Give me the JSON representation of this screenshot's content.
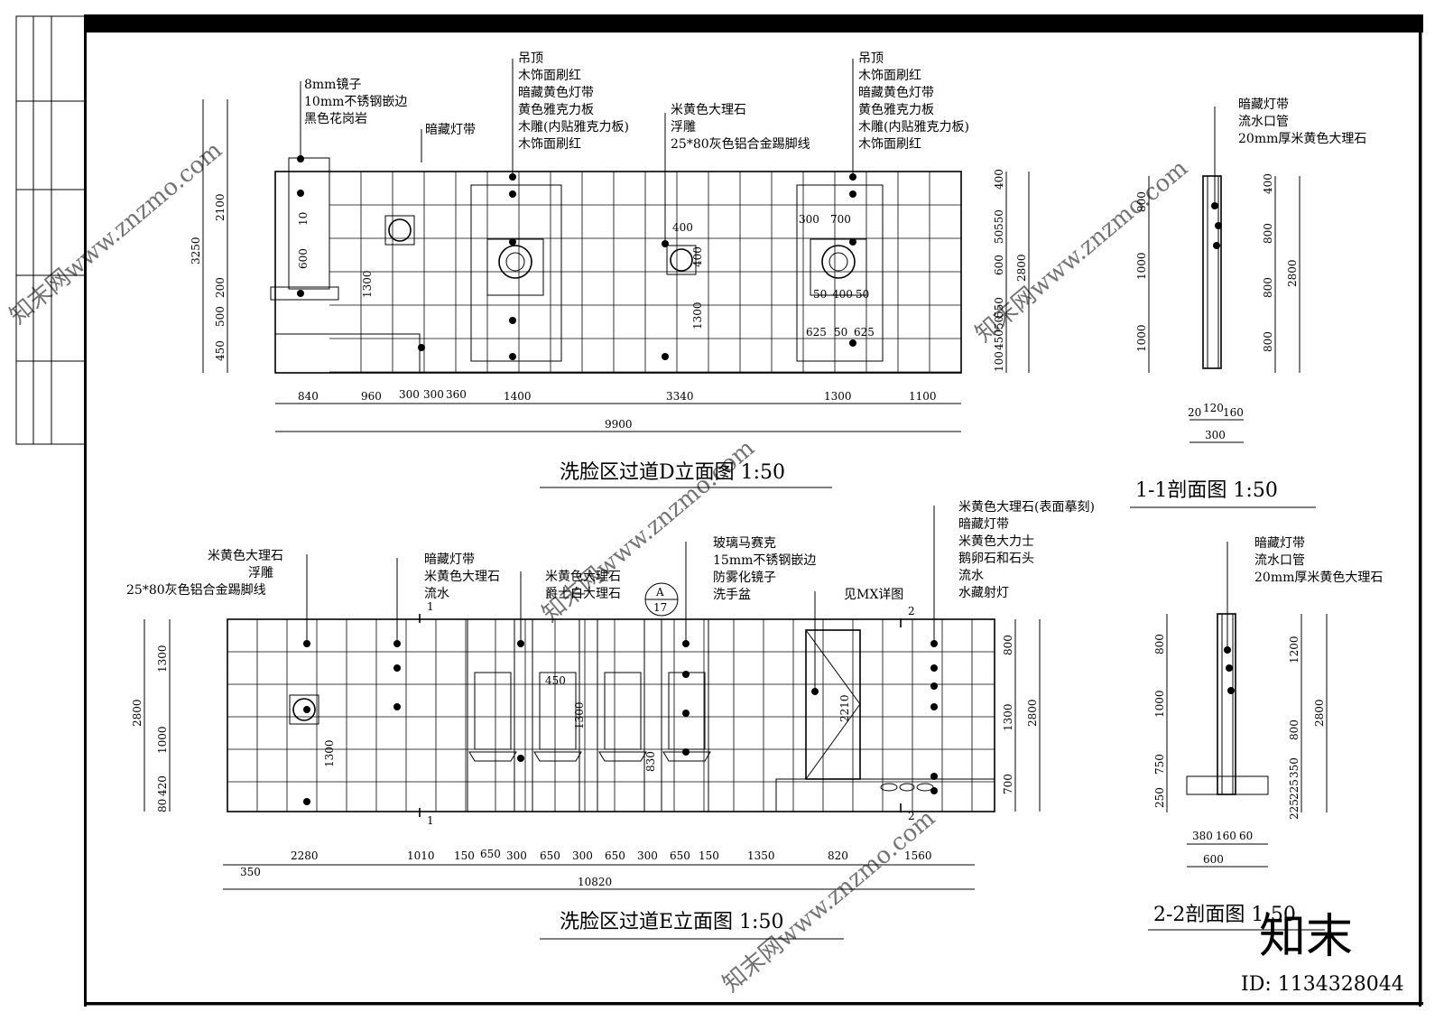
{
  "drawing": {
    "elevation_d": {
      "title": "洗脸区过道D立面图 1:50",
      "callouts_left": [
        "8mm镜子",
        "10mm不锈钢嵌边",
        "黑色花岗岩"
      ],
      "callout_hidden_light": "暗藏灯带",
      "callouts_mid1": [
        "吊顶",
        "木饰面刷红",
        "暗藏黄色灯带",
        "黄色雅克力板",
        "木雕(内贴雅克力板)",
        "木饰面刷红"
      ],
      "callouts_mid2": [
        "米黄色大理石",
        "浮雕",
        "25*80灰色铝合金踢脚线"
      ],
      "callouts_right": [
        "吊顶",
        "木饰面刷红",
        "暗藏黄色灯带",
        "黄色雅克力板",
        "木雕(内贴雅克力板)",
        "木饰面刷红"
      ],
      "dims_bottom": [
        "840",
        "960",
        "300",
        "300",
        "360",
        "1400",
        "3340",
        "1300",
        "1100"
      ],
      "dim_total": "9900",
      "dims_left_chain": [
        "450",
        "500",
        "200",
        "2100"
      ],
      "dim_left_total": "3250",
      "dims_right_chain": [
        "100",
        "450",
        "50",
        "550",
        "600",
        "50",
        "550",
        "400"
      ],
      "dim_right_total": "2800",
      "dims_inner": [
        "600",
        "10",
        "1300",
        "400",
        "400",
        "1300",
        "300",
        "700",
        "50",
        "400",
        "50",
        "625",
        "50",
        "625"
      ]
    },
    "section_1": {
      "title": "1-1剖面图 1:50",
      "callouts": [
        "暗藏灯带",
        "流水口管",
        "20mm厚米黄色大理石"
      ],
      "dims_left": [
        "1000",
        "1000",
        "800"
      ],
      "dims_right": [
        "800",
        "800",
        "800",
        "400"
      ],
      "dim_right_total": "2800",
      "dims_bottom": [
        "20",
        "120",
        "160"
      ],
      "dim_bottom_total": "300"
    },
    "elevation_e": {
      "title": "洗脸区过道E立面图 1:50",
      "callouts_left": [
        "米黄色大理石",
        "浮雕",
        "25*80灰色铝合金踢脚线"
      ],
      "callouts_a": [
        "暗藏灯带",
        "米黄色大理石",
        "流水"
      ],
      "callouts_b": [
        "米黄色大理石",
        "爵士白大理石"
      ],
      "callouts_c": [
        "玻璃马赛克",
        "15mm不锈钢嵌边",
        "防雾化镜子",
        "洗手盆"
      ],
      "callout_mx": "见MX详图",
      "callouts_right": [
        "米黄色大理石(表面摹刻)",
        "暗藏灯带",
        "米黄色大力士",
        "鹅卵石和石头",
        "流水",
        "水藏射灯"
      ],
      "detail_ref_top": "A",
      "detail_ref_bottom": "17",
      "section_marks": [
        "1",
        "1",
        "2",
        "2"
      ],
      "dims_bottom": [
        "2280",
        "1010",
        "150",
        "650",
        "300",
        "650",
        "300",
        "650",
        "300",
        "650",
        "150",
        "1350",
        "820",
        "1560"
      ],
      "dim_sub": "350",
      "dim_total": "10820",
      "dims_left_chain": [
        "80",
        "420",
        "1000",
        "1300"
      ],
      "dim_left_total": "2800",
      "dims_right_chain": [
        "700",
        "1300",
        "800"
      ],
      "dim_right_total": "2800",
      "dims_inner": [
        "1300",
        "450",
        "1300",
        "830",
        "2210"
      ]
    },
    "section_2": {
      "title": "2-2剖面图 1:50",
      "callouts": [
        "暗藏灯带",
        "流水口管",
        "20mm厚米黄色大理石"
      ],
      "dims_left": [
        "250",
        "750",
        "1000",
        "800"
      ],
      "dims_right": [
        "225",
        "225",
        "350",
        "800",
        "1200"
      ],
      "dim_right_total": "2800",
      "dims_bottom": [
        "380",
        "160",
        "60"
      ],
      "dim_bottom_total": "600"
    }
  },
  "watermark": {
    "text": "知末网www.znzmo.com",
    "logo_text": "知末",
    "id_text": "ID: 1134328044"
  }
}
